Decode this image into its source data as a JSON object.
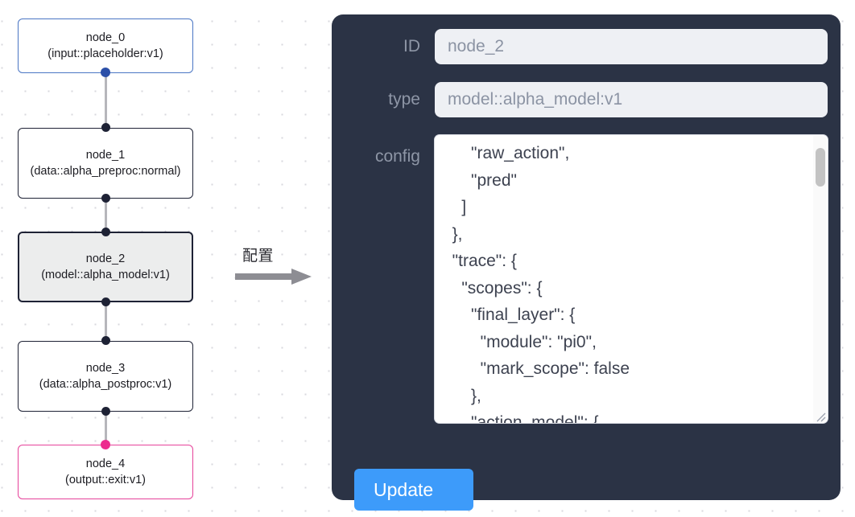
{
  "graph": {
    "nodes": [
      {
        "id": "node_0",
        "type": "(input::placeholder:v1)",
        "role": "input",
        "selected": false,
        "accent": "#4a76c4"
      },
      {
        "id": "node_1",
        "type": "(data::alpha_preproc:normal)",
        "role": "default",
        "selected": false,
        "accent": "#1e2235"
      },
      {
        "id": "node_2",
        "type": "(model::alpha_model:v1)",
        "role": "default",
        "selected": true,
        "accent": "#1e2235"
      },
      {
        "id": "node_3",
        "type": "(data::alpha_postproc:v1)",
        "role": "default",
        "selected": false,
        "accent": "#1e2235"
      },
      {
        "id": "node_4",
        "type": "(output::exit:v1)",
        "role": "output",
        "selected": false,
        "accent": "#e6429a"
      }
    ],
    "edge_color": "#b6b6bb",
    "port_color": "#1e2235"
  },
  "flow": {
    "label": "配置",
    "arrow_color": "#8d8d93"
  },
  "panel": {
    "background": "#2b3345",
    "fields": [
      {
        "label": "ID",
        "value": "node_2"
      },
      {
        "label": "type",
        "value": "model::alpha_model:v1"
      }
    ],
    "config": {
      "label": "config",
      "value": "      \"raw_action\",\n      \"pred\"\n    ]\n  },\n  \"trace\": {\n    \"scopes\": {\n      \"final_layer\": {\n        \"module\": \"pi0\",\n        \"mark_scope\": false\n      },\n      \"action_model\": {",
      "scroll_position": "top"
    },
    "update_button": {
      "label": "Update",
      "color": "#3d9bfa"
    }
  }
}
